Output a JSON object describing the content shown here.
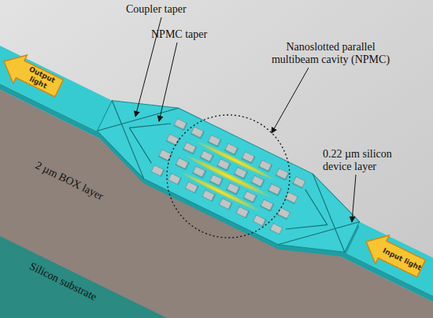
{
  "diagram": {
    "nodes": [
      {
        "text": [
          "Output light"
        ]
      },
      {
        "text": [
          "Input light"
        ]
      }
    ],
    "labels": [
      "Coupler taper",
      "NPMC taper",
      "Nanoslotted parallel multibeam cavity (NPMC)",
      "0.22 µm silicon device layer",
      "2 µm BOX layer",
      "Silicon substrate"
    ]
  }
}
